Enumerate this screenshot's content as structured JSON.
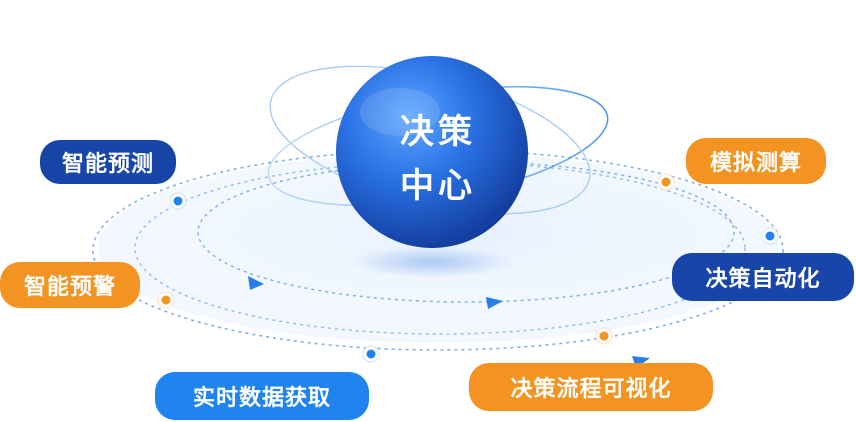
{
  "center": {
    "line1": "决策",
    "line2": "中心"
  },
  "labels": {
    "zhineng_yuce": "智能预测",
    "moni_cesuan": "模拟测算",
    "zhineng_yujing": "智能预警",
    "juece_zidonghua": "决策自动化",
    "shishi_shuju": "实时数据获取",
    "juece_liucheng": "决策流程可视化"
  },
  "colors": {
    "navy": "#1746a8",
    "orange": "#f39422",
    "blue": "#1f84f0",
    "sphere": "#2a6fe0",
    "orbit": "#6aa8ee"
  }
}
